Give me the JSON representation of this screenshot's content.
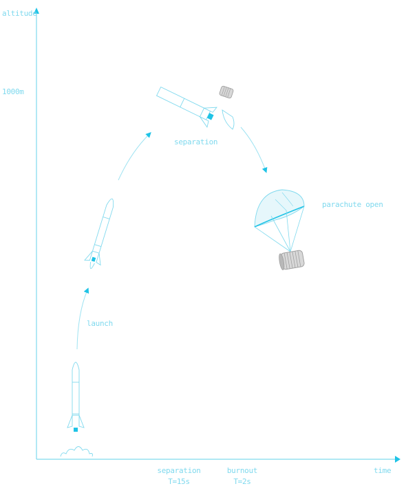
{
  "axes": {
    "y_label": "altitude",
    "x_label": "time",
    "y_tick": "1000m"
  },
  "annotations": {
    "launch": "launch",
    "separation": "separation",
    "parachute": "parachute open"
  },
  "x_markers": {
    "separation": {
      "line1": "separation",
      "line2": "T=15s"
    },
    "burnout": {
      "line1": "burnout",
      "line2": "T=2s"
    }
  },
  "colors": {
    "line": "#7fd9ee",
    "accent": "#1fc3e6",
    "canister": "#9a9a9a"
  }
}
